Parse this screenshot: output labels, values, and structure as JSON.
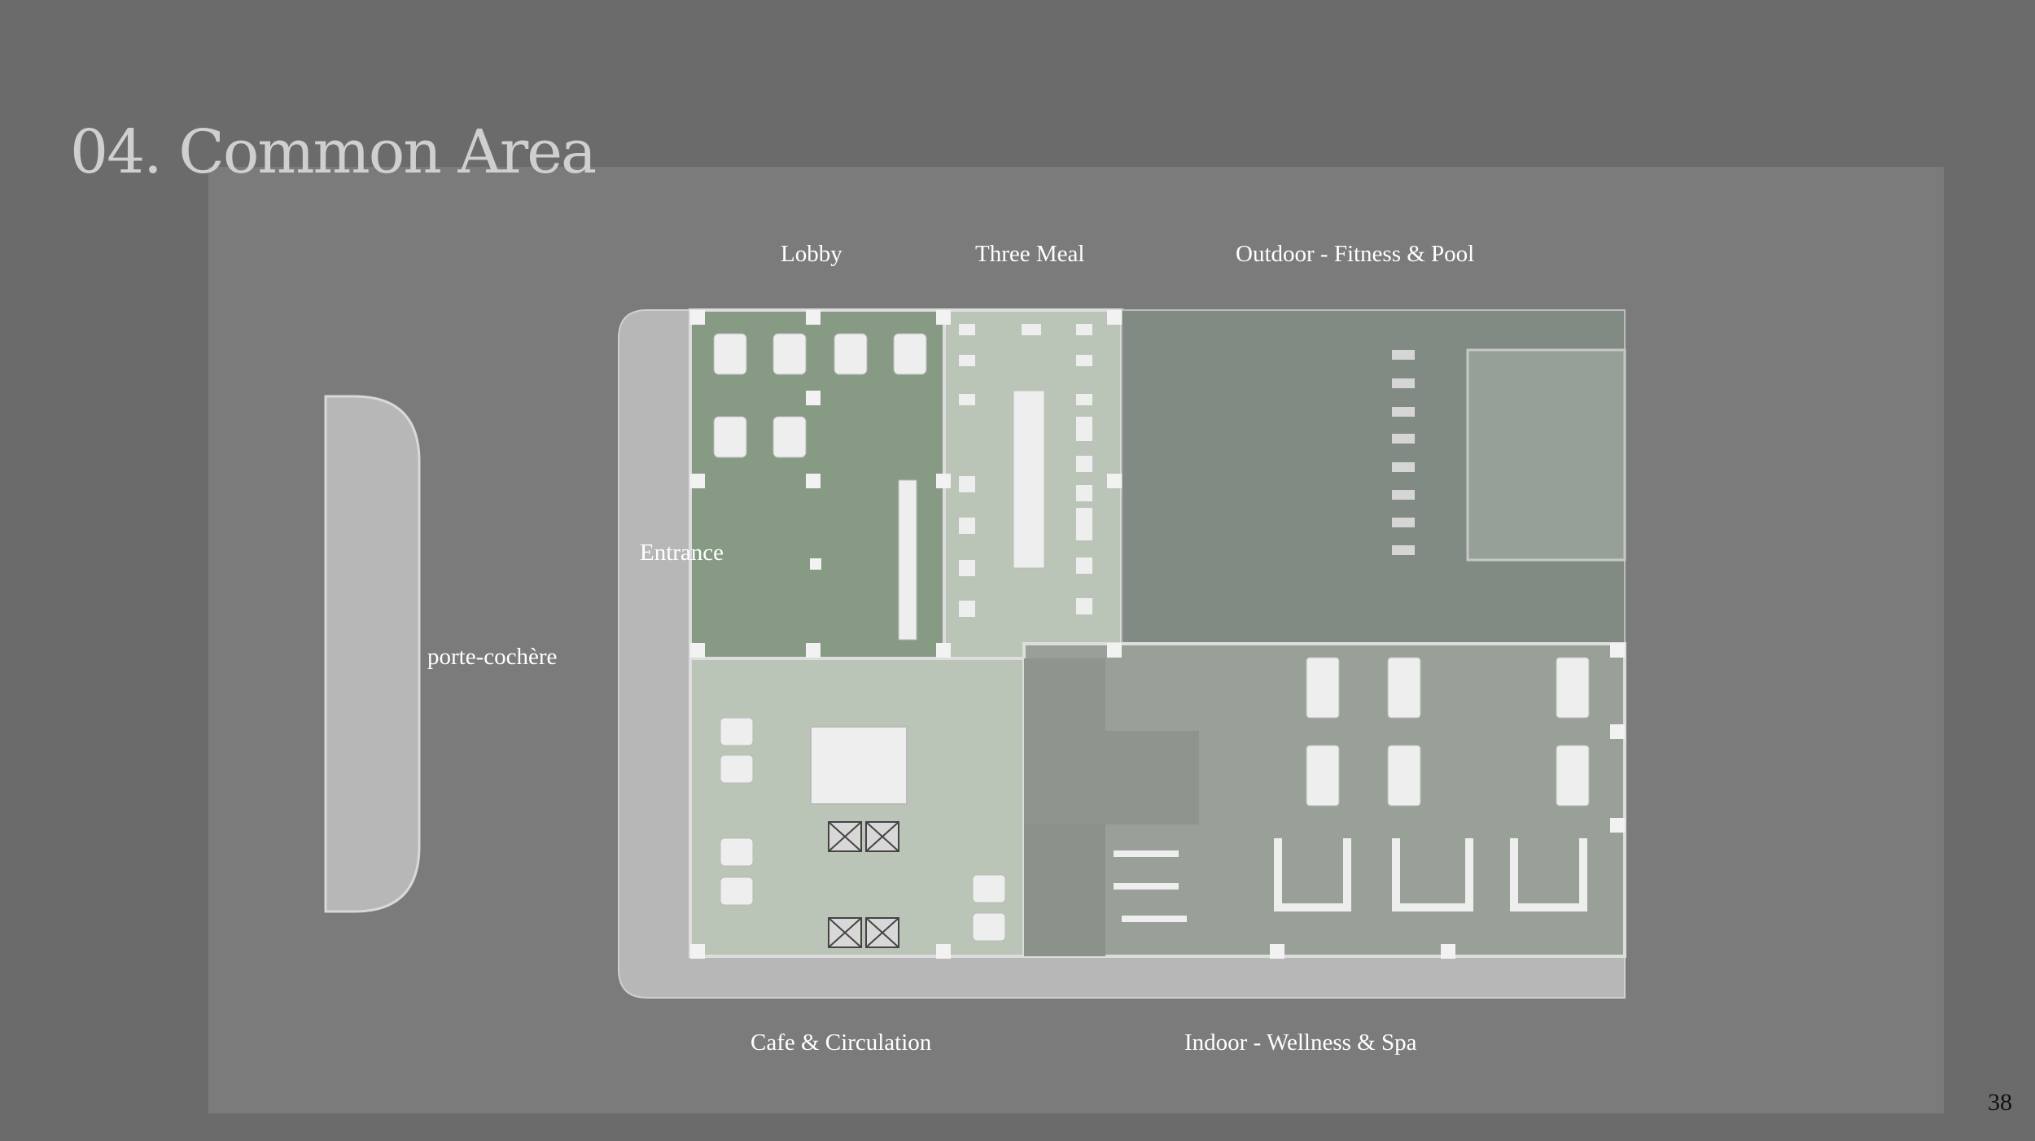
{
  "slide": {
    "title": "04. Common Area",
    "page_number": "38"
  },
  "zones": {
    "lobby": "Lobby",
    "three_meal": "Three Meal",
    "outdoor": "Outdoor - Fitness & Pool",
    "entrance": "Entrance",
    "porte_cochere": "porte-cochère",
    "cafe": "Cafe & Circulation",
    "indoor": "Indoor - Wellness & Spa"
  },
  "colors": {
    "background": "#6b6b6b",
    "panel": "#7b7b7b",
    "lobby_green": "#869a84",
    "meal_light": "#bac4b7",
    "outdoor": "#828b83",
    "pool": "#97a097",
    "spa": "#98a098",
    "drive": "#b7b7b7",
    "furniture": "#eeeeee"
  }
}
